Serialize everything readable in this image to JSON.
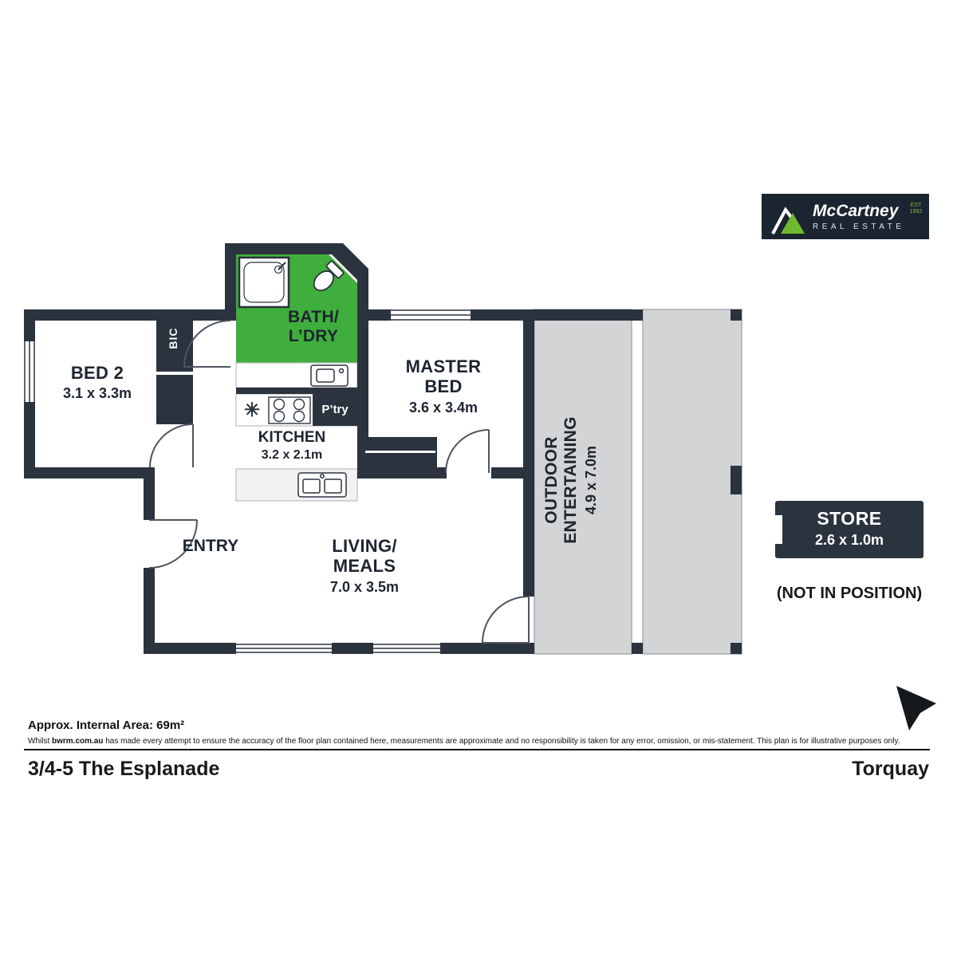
{
  "logo": {
    "prefix": "Mc",
    "suffix": "Cartney",
    "tagline": "REAL ESTATE",
    "est": "EST 1992",
    "bg": "#1b2531",
    "green": "#6fb92c"
  },
  "rooms": {
    "bed2": {
      "name": "BED 2",
      "dims": "3.1 x 3.3m"
    },
    "bic": {
      "name": "BIC"
    },
    "bath": {
      "line1": "BATH/",
      "line2": "L’DRY"
    },
    "master": {
      "line1": "MASTER",
      "line2": "BED",
      "dims": "3.6 x 3.4m"
    },
    "kitchen": {
      "name": "KITCHEN",
      "dims": "3.2 x 2.1m",
      "symbol": "✳"
    },
    "pantry": {
      "name": "P’try"
    },
    "entry": {
      "name": "ENTRY"
    },
    "living": {
      "line1": "LIVING/",
      "line2": "MEALS",
      "dims": "7.0 x 3.5m"
    },
    "outdoor": {
      "line1": "OUTDOOR",
      "line2": "ENTERTAINING",
      "dims": "4.9 x 7.0m"
    },
    "store": {
      "name": "STORE",
      "dims": "2.6 x 1.0m",
      "note": "(NOT IN POSITION)"
    }
  },
  "colors": {
    "wall": "#2a333e",
    "bath_green": "#3fae3c",
    "outdoor_gray": "#d3d4d6"
  },
  "footer": {
    "area": "Approx. Internal Area: 69m²",
    "disc1": "Whilst ",
    "disc_bold": "bwrm.com.au",
    "disc2": " has made every attempt to ensure the accuracy of the floor plan contained here, measurements are approximate and no responsibility is taken for any error, omission, or mis-statement. This plan is for illustrative purposes only.",
    "address": "3/4-5 The Esplanade",
    "locality": "Torquay"
  }
}
